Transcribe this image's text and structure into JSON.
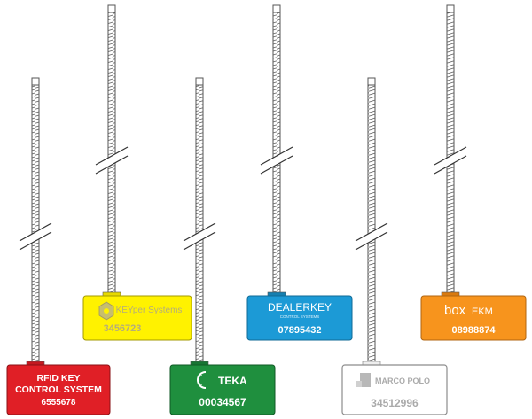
{
  "seals": [
    {
      "id": "rfid",
      "brand_lines": [
        "RFID KEY",
        "CONTROL SYSTEM"
      ],
      "serial": "6555678",
      "color": "#e01f26",
      "text_color": "#ffffff",
      "logo_icon": ""
    },
    {
      "id": "keyper",
      "brand_lines": [
        "KEYper Systems"
      ],
      "serial": "3456723",
      "color": "#fff200",
      "text_color": "#b5ad7a",
      "logo_icon": "keyper-logo-icon"
    },
    {
      "id": "teka",
      "brand_lines": [
        "TEKA"
      ],
      "serial": "00034567",
      "color": "#1f8f3e",
      "text_color": "#ffffff",
      "logo_icon": "teka-logo-icon"
    },
    {
      "id": "dealerkey",
      "brand_lines": [
        "DEALERKEY",
        "CONTROL SYSTEMS"
      ],
      "serial": "07895432",
      "color": "#1c9ad6",
      "text_color": "#ffffff",
      "logo_icon": ""
    },
    {
      "id": "marcopolo",
      "brand_lines": [
        "MARCO POLO"
      ],
      "serial": "34512996",
      "color": "#ffffff",
      "text_color": "#aaaaaa",
      "logo_icon": "marco-polo-logo-icon"
    },
    {
      "id": "boxekm",
      "brand_lines": [
        "box",
        "EKM"
      ],
      "serial": "08988874",
      "color": "#f7941d",
      "text_color": "#ffffff",
      "logo_icon": ""
    }
  ]
}
